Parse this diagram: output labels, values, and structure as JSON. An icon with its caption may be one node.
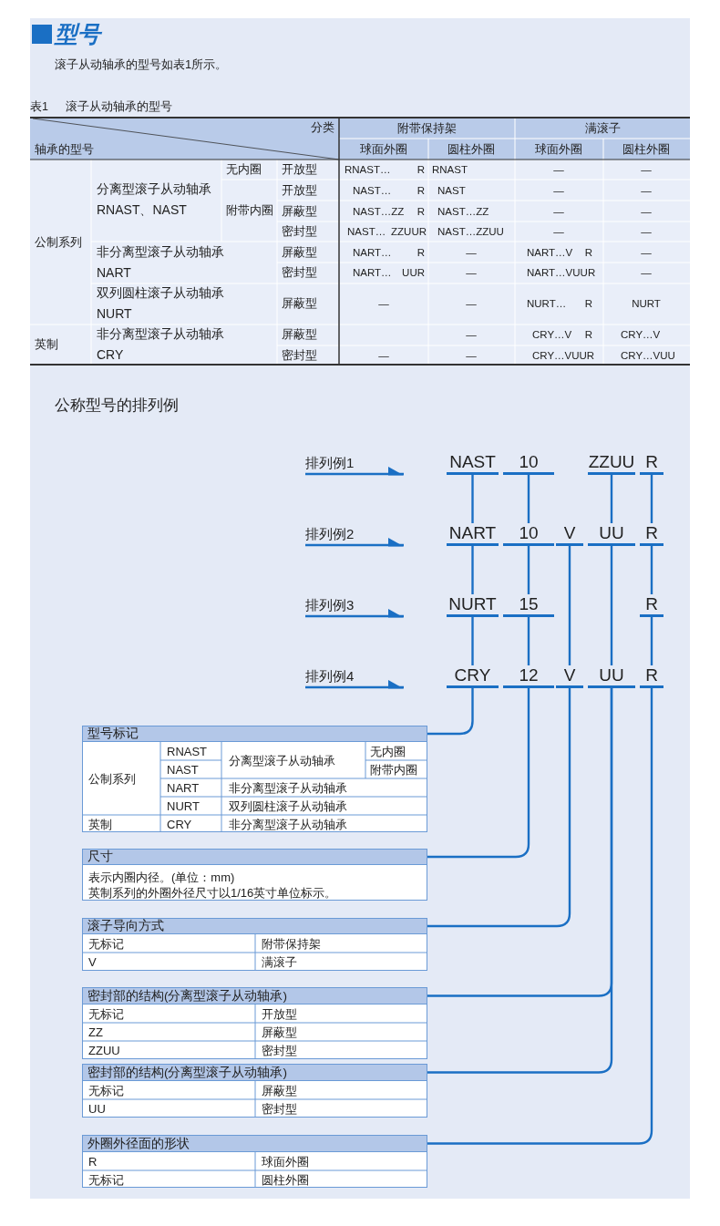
{
  "diagram": {
    "title": "型号",
    "nodes": [
      {
        "text": [
          "排列例1"
        ]
      },
      {
        "text": [
          "NAST"
        ]
      },
      {
        "text": [
          "10"
        ]
      },
      {
        "text": [
          "ZZUU"
        ]
      },
      {
        "text": [
          "R"
        ]
      },
      {
        "text": [
          "排列例2"
        ]
      },
      {
        "text": [
          "NART"
        ]
      },
      {
        "text": [
          "10"
        ]
      },
      {
        "text": [
          "V"
        ]
      },
      {
        "text": [
          "UU"
        ]
      },
      {
        "text": [
          "R"
        ]
      },
      {
        "text": [
          "排列例3"
        ]
      },
      {
        "text": [
          "NURT"
        ]
      },
      {
        "text": [
          "15"
        ]
      },
      {
        "text": [
          "R"
        ]
      },
      {
        "text": [
          "排列例4"
        ]
      },
      {
        "text": [
          "CRY"
        ]
      },
      {
        "text": [
          "12"
        ]
      },
      {
        "text": [
          "V"
        ]
      },
      {
        "text": [
          "UU"
        ]
      },
      {
        "text": [
          "R"
        ]
      },
      {
        "text": [
          "型号标记",
          "公制系列",
          "RNAST",
          "分离型滚子从动轴承",
          "无内圈",
          "NAST",
          "附带内圈",
          "NART",
          "非分离型滚子从动轴承",
          "NURT",
          "双列圆柱滚子从动轴承",
          "英制",
          "CRY",
          "非分离型滚子从动轴承"
        ]
      },
      {
        "text": [
          "尺寸",
          "表示内圈内径。(单位：mm)",
          "英制系列的外圈外径尺寸以1/16英寸单位标示。"
        ]
      },
      {
        "text": [
          "滚子导向方式",
          "无标记",
          "附带保持架",
          "V",
          "满滚子"
        ]
      },
      {
        "text": [
          "密封部的结构(分离型滚子从动轴承)",
          "无标记",
          "开放型",
          "ZZ",
          "屏蔽型",
          "ZZUU",
          "密封型"
        ]
      },
      {
        "text": [
          "密封部的结构(分离型滚子从动轴承)",
          "无标记",
          "屏蔽型",
          "UU",
          "密封型"
        ]
      },
      {
        "text": [
          "外圈外径面的形状",
          "R",
          "球面外圈",
          "无标记",
          "圆柱外圈"
        ]
      }
    ],
    "edges": [
      {
        "from": 0,
        "to": null,
        "arrow": "to"
      },
      {
        "from": 5,
        "to": null,
        "arrow": "to"
      },
      {
        "from": 11,
        "to": null,
        "arrow": "to"
      },
      {
        "from": 15,
        "to": null,
        "arrow": "to"
      },
      {
        "from": 1,
        "to": 6,
        "arrow": "none"
      },
      {
        "from": 6,
        "to": 12,
        "arrow": "none"
      },
      {
        "from": 12,
        "to": 16,
        "arrow": "none"
      },
      {
        "from": 16,
        "to": 21,
        "arrow": "none"
      },
      {
        "from": 2,
        "to": 7,
        "arrow": "none"
      },
      {
        "from": 7,
        "to": 13,
        "arrow": "none"
      },
      {
        "from": 13,
        "to": 17,
        "arrow": "none"
      },
      {
        "from": 17,
        "to": 22,
        "arrow": "none"
      },
      {
        "from": 8,
        "to": 18,
        "arrow": "none"
      },
      {
        "from": 18,
        "to": 23,
        "arrow": "none"
      },
      {
        "from": 3,
        "to": 9,
        "arrow": "none"
      },
      {
        "from": 9,
        "to": 19,
        "arrow": "none"
      },
      {
        "from": 19,
        "to": 24,
        "arrow": "none"
      },
      {
        "from": 19,
        "to": 25,
        "arrow": "none"
      },
      {
        "from": 4,
        "to": 10,
        "arrow": "none"
      },
      {
        "from": 10,
        "to": 14,
        "arrow": "none"
      },
      {
        "from": 14,
        "to": 20,
        "arrow": "none"
      },
      {
        "from": 20,
        "to": 26,
        "arrow": "none"
      }
    ],
    "labels": [
      "滚子从动轴承的型号如表1所示。",
      "表1",
      "滚子从动轴承的型号",
      "分类",
      "附带保持架",
      "满滚子",
      "轴承的型号",
      "球面外圈",
      "圆柱外圈",
      "球面外圈",
      "圆柱外圈",
      "公制系列",
      "分离型滚子从动轴承",
      "RNAST、NAST",
      "无内圈",
      "开放型",
      "RNAST…",
      "R",
      "RNAST",
      "—",
      "—",
      "附带内圈",
      "开放型",
      "NAST…",
      "R",
      "NAST",
      "—",
      "—",
      "屏蔽型",
      "NAST…ZZ",
      "R",
      "NAST…ZZ",
      "—",
      "—",
      "密封型",
      "NAST…",
      "ZZUUR",
      "NAST…ZZUU",
      "—",
      "—",
      "非分离型滚子从动轴承",
      "NART",
      "屏蔽型",
      "NART…",
      "R",
      "—",
      "NART…V",
      "R",
      "—",
      "密封型",
      "NART…",
      "UUR",
      "—",
      "NART…VUUR",
      "—",
      "双列圆柱滚子从动轴承",
      "NURT",
      "屏蔽型",
      "—",
      "—",
      "NURT…",
      "R",
      "NURT",
      "英制",
      "非分离型滚子从动轴承",
      "CRY",
      "屏蔽型",
      "—",
      "CRY…V",
      "R",
      "CRY…V",
      "密封型",
      "—",
      "—",
      "CRY…VUUR",
      "CRY…VUU",
      "公称型号的排列例"
    ]
  }
}
